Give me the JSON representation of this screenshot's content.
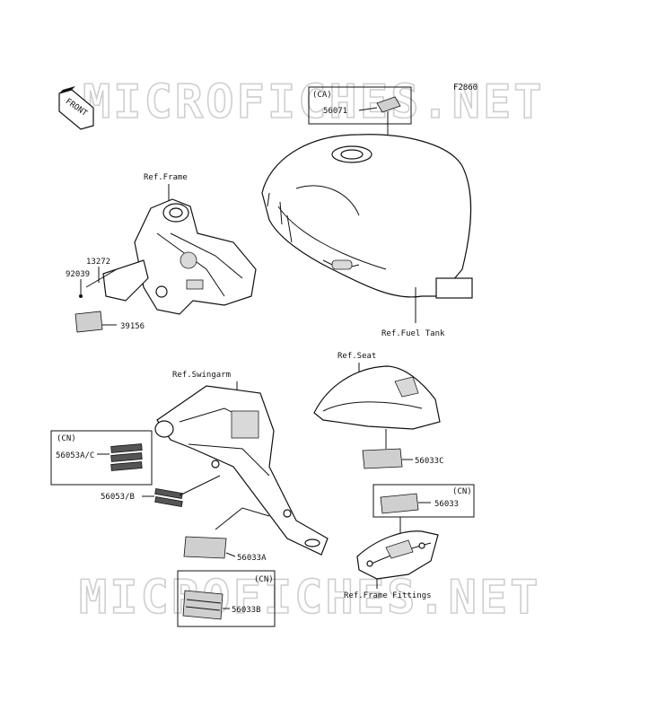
{
  "watermark": "MICROFICHES.NET",
  "diagram_code": "F2860",
  "front_label": "FRONT",
  "refs": {
    "frame": "Ref.Frame",
    "fuel_tank": "Ref.Fuel Tank",
    "swingarm": "Ref.Swingarm",
    "seat": "Ref.Seat",
    "frame_fittings": "Ref.Frame Fittings"
  },
  "parts": {
    "p56071": "56071",
    "p13272": "13272",
    "p92039": "92039",
    "p39156": "39156",
    "p56053ac": "56053A/C",
    "p56053b": "56053/B",
    "p56033a": "56033A",
    "p56033b": "56033B",
    "p56033c": "56033C",
    "p56033": "56033"
  },
  "regions": {
    "ca": "(CA)",
    "cn1": "(CN)",
    "cn2": "(CN)",
    "cn3": "(CN)"
  }
}
